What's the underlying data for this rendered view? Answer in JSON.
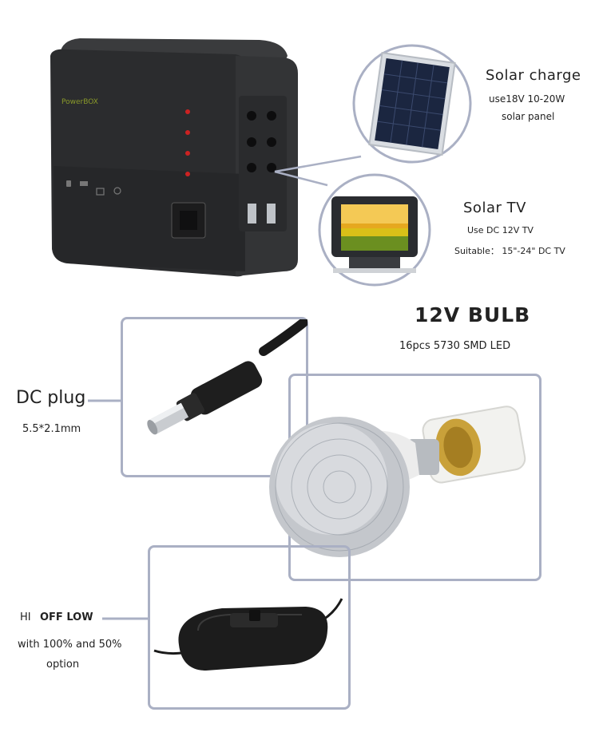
{
  "solar_panel": {
    "title": "Solar charge",
    "line1": "use18V 10-20W",
    "line2": "solar panel"
  },
  "solar_tv": {
    "title": "Solar TV",
    "line1": "Use DC 12V TV",
    "line2": "Suitable： 15\"-24\" DC TV"
  },
  "bulb": {
    "title": "12V BULB",
    "spec": "16pcs 5730 SMD LED"
  },
  "dc_plug": {
    "title": "DC plug",
    "size": "5.5*2.1mm"
  },
  "switch": {
    "hi": "HI",
    "off_low": "OFF LOW",
    "line1": "with 100% and 50%",
    "line2": "option"
  },
  "device": {
    "brand": "PowerBOX"
  },
  "colors": {
    "frame": "#aab0c4",
    "device_body": "#2e2f31",
    "accent_led": "#cc2222",
    "brand_text": "#8a9a2a"
  }
}
